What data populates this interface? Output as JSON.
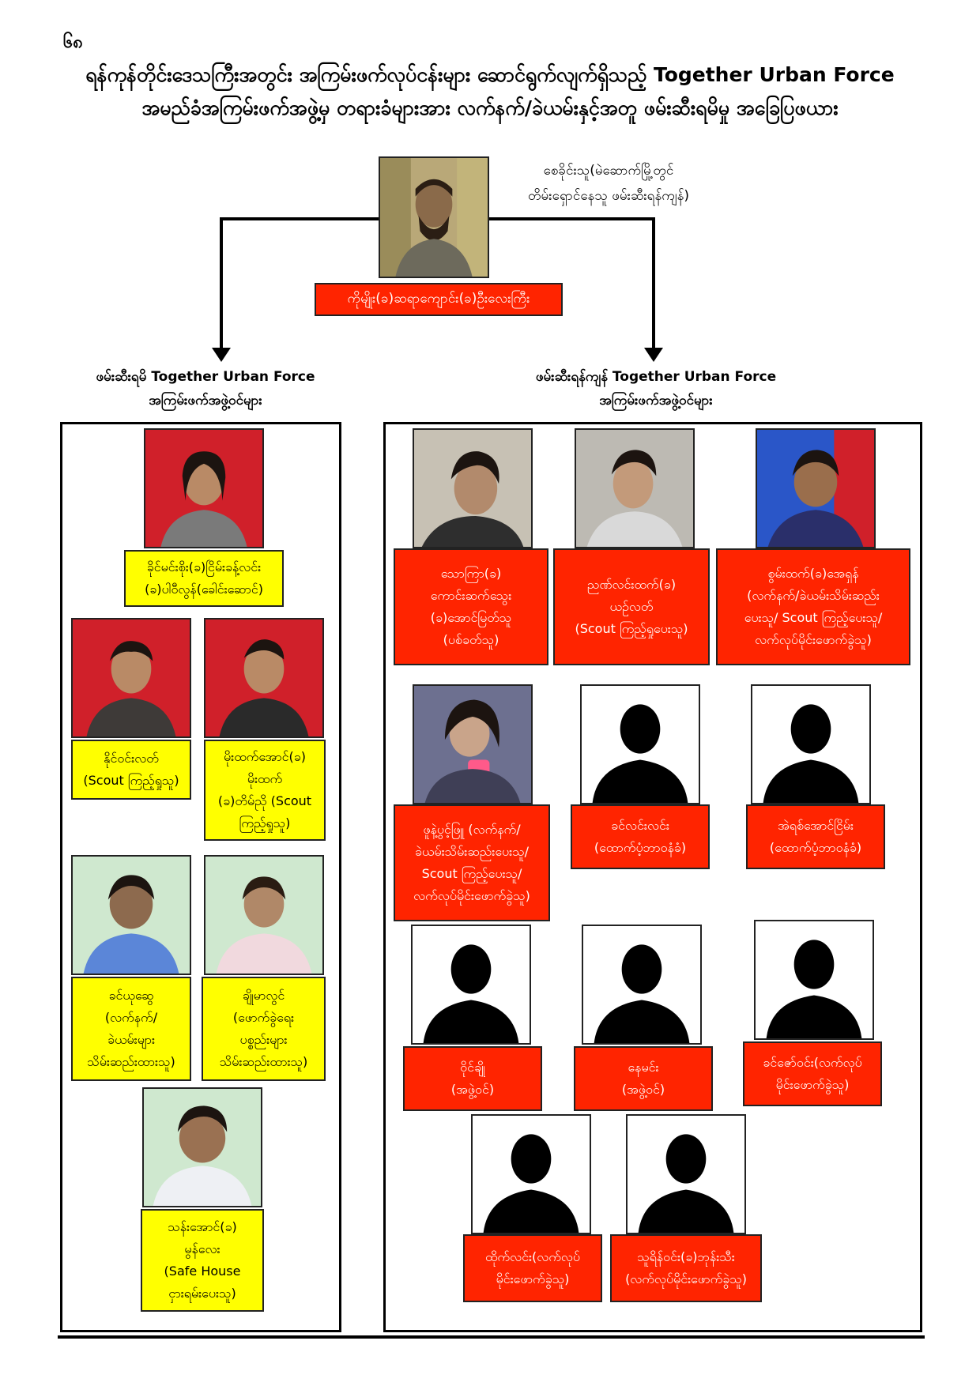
{
  "page_number": "၆၈",
  "title_line1": "ရန်ကုန်တိုင်းဒေသကြီးအတွင်း အကြမ်းဖက်လုပ်ငန်းများ ဆောင်ရွက်လျက်ရှိသည့် Together Urban Force",
  "title_line2": "အမည်ခံအကြမ်းဖက်အဖွဲ့မှ တရားခံများအား လက်နက်/ခဲယမ်းနှင့်အတူ ဖမ်းဆီးရမိမှု အခြေပြဖယား",
  "leader": {
    "note": "စေခိုင်းသူ(မဲဆောက်မြို့တွင်\nတိမ်းရှောင်နေသူ ဖမ်းဆီးရန်ကျန်)",
    "name": "ကိုမျိုး(ခ)ဆရာကျောင်း(ခ)ဦးလေးကြီး"
  },
  "left_caption": "ဖမ်းဆီးရမိ Together Urban Force\nအကြမ်းဖက်အဖွဲ့ဝင်များ",
  "right_caption": "ဖမ်းဆီးရန်ကျန် Together Urban Force\nအကြမ်းဖက်အဖွဲ့ဝင်များ",
  "arrested": [
    {
      "label": "ခိုင်မင်းစိုး(ခ)ငြိမ်းခန့်လင်း\n(ခ)ပါဝီလွန်(ခေါင်းဆောင်)"
    },
    {
      "label": "နိုင်ဝင်းလတ်\n(Scout ကြည့်ရှုသူ)"
    },
    {
      "label": "မိုးထက်အောင်(ခ)\nမိုးထက်\n(ခ)တိမ်ညို (Scout\nကြည့်ရှုသူ)"
    },
    {
      "label": "ခင်ယုဆွေ\n(လက်နက်/\nခဲယမ်းများ\nသိမ်းဆည်းထားသူ)"
    },
    {
      "label": "ချိုမာလွင်\n(ဖောက်ခွဲရေး\nပစ္စည်းများ\nသိမ်းဆည်းထားသူ)"
    },
    {
      "label": "သန်းအောင်(ခ)\nမွန်လေး\n(Safe House\nငှားရမ်းပေးသူ)"
    }
  ],
  "wanted": [
    {
      "label": "သောကြာ(ခ)\nကောင်းဆက်သွေး\n(ခ)အောင်မြတ်သူ\n(ပစ်ခတ်သူ)"
    },
    {
      "label": "ညဏ်လင်းထက်(ခ)\nယဉ်လတ်\n(Scout ကြည့်ရှုပေးသူ)"
    },
    {
      "label": "စွမ်းထက်(ခ)အေရှန်\n(လက်နက်/ခဲယမ်းသိမ်းဆည်း\nပေးသူ/ Scout ကြည့်ပေးသူ/\nလက်လုပ်မိုင်းဖောက်ခွဲသူ)"
    },
    {
      "label": "ဖူနဲ့ပွင့်ဖြူ (လက်နက်/\nခဲယမ်းသိမ်းဆည်းပေးသူ/\nScout ကြည့်ပေးသူ/\nလက်လုပ်မိုင်းဖောက်ခွဲသူ)"
    },
    {
      "label": "ခင်လင်းလင်း\n(ထောက်ပံ့ဘာဝနံခံ)"
    },
    {
      "label": "အဲရစ်အောင်ငြိမ်း\n(ထောက်ပံ့ဘာဝနံခံ)"
    },
    {
      "label": "ဝိုင်ချို\n(အဖွဲ့ဝင်)"
    },
    {
      "label": "နေမင်း\n(အဖွဲ့ဝင်)"
    },
    {
      "label": "ခင်ဇော်ဝင်း(လက်လုပ်\nမိုင်းဖောက်ခွဲသူ)"
    },
    {
      "label": "ထိုက်လင်း(လက်လုပ်\nမိုင်းဖောက်ခွဲသူ)"
    },
    {
      "label": "သူရိန်ဝင်း(ခ)ဘုန်းသီး\n(လက်လုပ်မိုင်းဖောက်ခွဲသူ)"
    }
  ],
  "colors": {
    "yellow_label": "#ffff00",
    "red_label": "#ff2400",
    "red_backdrop": "#d0202a",
    "green_backdrop": "#cfe8cf",
    "blue_backdrop": "#2a56c8"
  }
}
